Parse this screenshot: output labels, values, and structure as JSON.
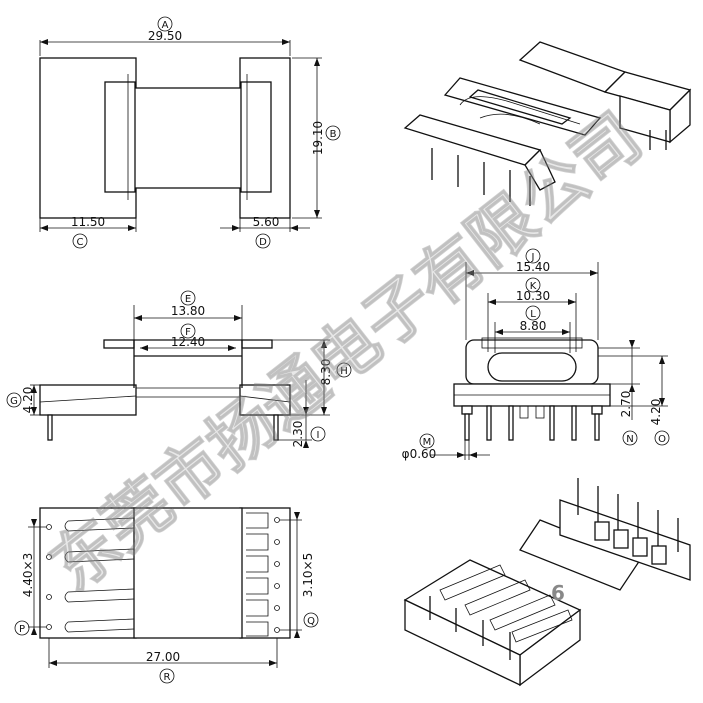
{
  "dimensions": {
    "A": {
      "letter": "A",
      "value": "29.50"
    },
    "B": {
      "letter": "B",
      "value": "19.10"
    },
    "C": {
      "letter": "C",
      "value": "11.50"
    },
    "D": {
      "letter": "D",
      "value": "5.60"
    },
    "E": {
      "letter": "E",
      "value": "13.80"
    },
    "F": {
      "letter": "F",
      "value": "12.40"
    },
    "G": {
      "letter": "G",
      "value": "4.20"
    },
    "H": {
      "letter": "H",
      "value": "8.30"
    },
    "I": {
      "letter": "I",
      "value": "2.30"
    },
    "J": {
      "letter": "J",
      "value": "15.40"
    },
    "K": {
      "letter": "K",
      "value": "10.30"
    },
    "L": {
      "letter": "L",
      "value": "8.80"
    },
    "M": {
      "letter": "M",
      "value": "φ0.60"
    },
    "N": {
      "letter": "N",
      "value": "2.70"
    },
    "O": {
      "letter": "O",
      "value": "4.20"
    },
    "P": {
      "letter": "P",
      "value": "4.40×3"
    },
    "Q": {
      "letter": "Q",
      "value": "3.10×5"
    },
    "R": {
      "letter": "R",
      "value": "27.00"
    }
  },
  "watermark": "东莞市扬通电子有限公司",
  "page_number": "6"
}
